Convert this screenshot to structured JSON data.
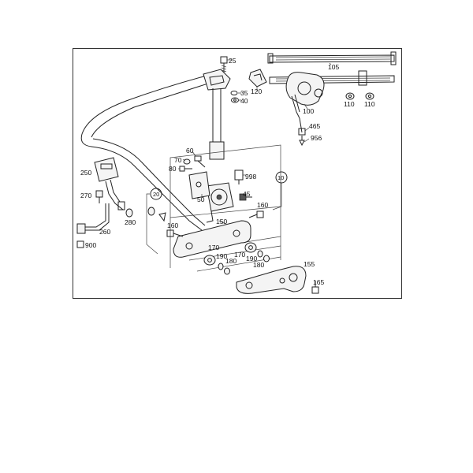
{
  "diagram": {
    "part_labels": {
      "p25": "25",
      "p35": "35",
      "p40": "40",
      "p105": "105",
      "p120": "120",
      "p100": "100",
      "p110a": "110",
      "p110b": "110",
      "p465": "465",
      "p956": "956",
      "p60": "60",
      "p70": "70",
      "p80": "80",
      "p250": "250",
      "p998": "998",
      "p10": "10",
      "p20": "20",
      "p45": "45",
      "p50": "50",
      "p270": "270",
      "p160a": "160",
      "p160b": "160",
      "p150": "150",
      "p280": "280",
      "p260": "260",
      "p900": "900",
      "p170a": "170",
      "p170b": "170",
      "p190a": "190",
      "p190b": "190",
      "p180a": "180",
      "p180b": "180",
      "p155": "155",
      "p165": "165"
    }
  }
}
